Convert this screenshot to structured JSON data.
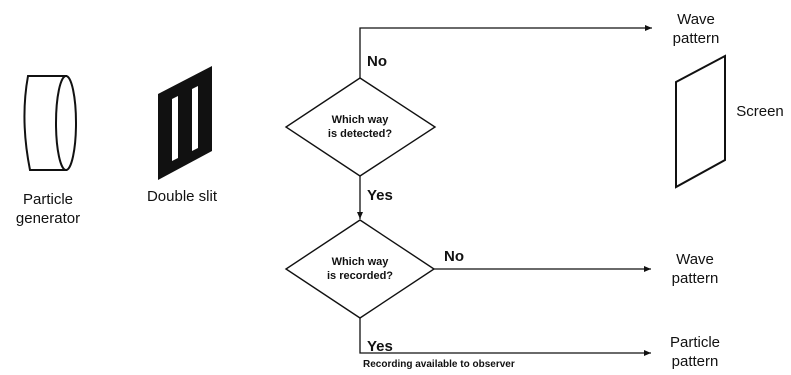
{
  "components": {
    "particle_generator": "Particle\ngenerator",
    "double_slit": "Double slit",
    "screen": "Screen"
  },
  "decisions": [
    {
      "question": "Which way\nis detected?"
    },
    {
      "question": "Which way\nis recorded?"
    }
  ],
  "branches": {
    "detected_no": "No",
    "detected_yes": "Yes",
    "recorded_no": "No",
    "recorded_yes": "Yes"
  },
  "outcomes": {
    "top": "Wave\npattern",
    "middle": "Wave\npattern",
    "bottom": "Particle\npattern"
  },
  "note": "Recording available to observer",
  "colors": {
    "ink": "#111111",
    "background": "#ffffff"
  }
}
